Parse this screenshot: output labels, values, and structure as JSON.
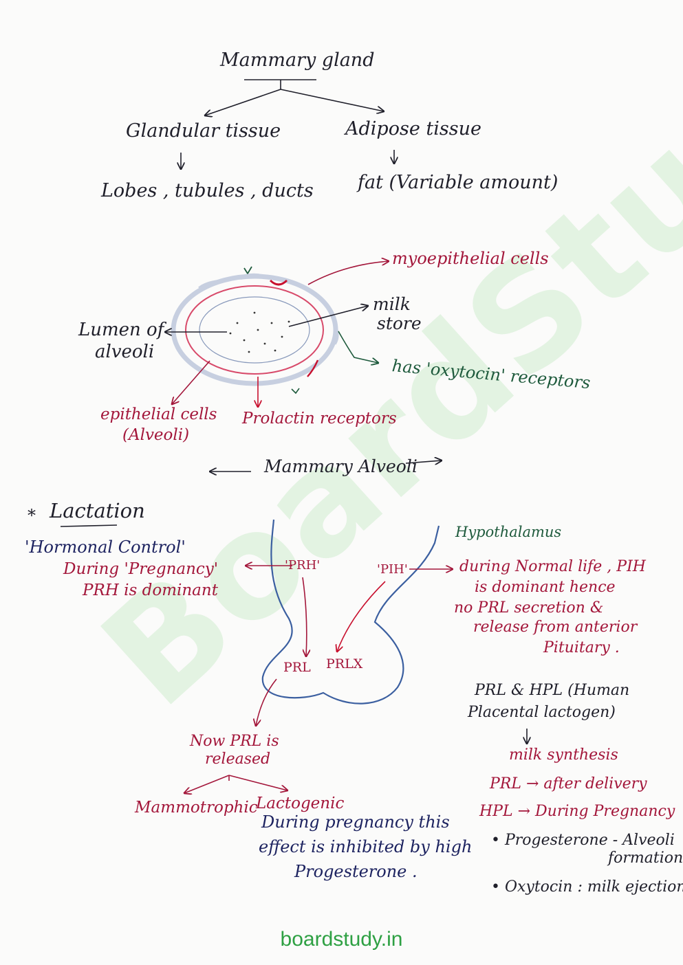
{
  "watermark": "BoardStudy",
  "footer": "boardstudy.in",
  "section1": {
    "title": "Mammary gland",
    "left_branch": "Glandular tissue",
    "left_leaf": "Lobes , tubules , ducts",
    "right_branch": "Adipose tissue",
    "right_leaf": "fat (Variable amount)"
  },
  "section2": {
    "myoepithelial": "myoepithelial cells",
    "milk_store_1": "milk",
    "milk_store_2": "store",
    "lumen_1": "Lumen of",
    "lumen_2": "alveoli",
    "oxytocin_receptors": "has 'oxytocin' receptors",
    "epithelial_1": "epithelial cells",
    "epithelial_2": "(Alveoli)",
    "prolactin_receptors": "Prolactin receptors",
    "caption": "Mammary Alveoli"
  },
  "section3": {
    "star": "*",
    "heading": "Lactation",
    "hormonal": "'Hormonal Control'",
    "during_preg": "During 'Pregnancy'",
    "prh_dominant": "PRH is dominant",
    "prh_label": "'PRH'",
    "pih_label": "'PIH'",
    "hypothalamus": "Hypothalamus",
    "pih_note_1": "during Normal life , PIH",
    "pih_note_2": "is dominant hence",
    "pih_note_3": "no PRL secretion &",
    "pih_note_4": "release from anterior",
    "pih_note_5": "Pituitary .",
    "prl": "PRL",
    "prlx": "PRLX",
    "now_prl_1": "Now PRL is",
    "now_prl_2": "released",
    "mammotrophic": "Mammotrophic",
    "lactogenic": "Lactogenic",
    "preg_note_1": "During pregnancy this",
    "preg_note_2": "effect is inhibited by high",
    "preg_note_3": "Progesterone .",
    "prl_hpl_1": "PRL & HPL (Human",
    "prl_hpl_2": "Placental lactogen)",
    "milk_synthesis": "milk synthesis",
    "prl_after": "PRL → after delivery",
    "hpl_during": "HPL → During Pregnancy",
    "bullet1_a": "• Progesterone - Alveoli",
    "bullet1_b": "formation",
    "bullet2": "• Oxytocin : milk ejection ."
  }
}
